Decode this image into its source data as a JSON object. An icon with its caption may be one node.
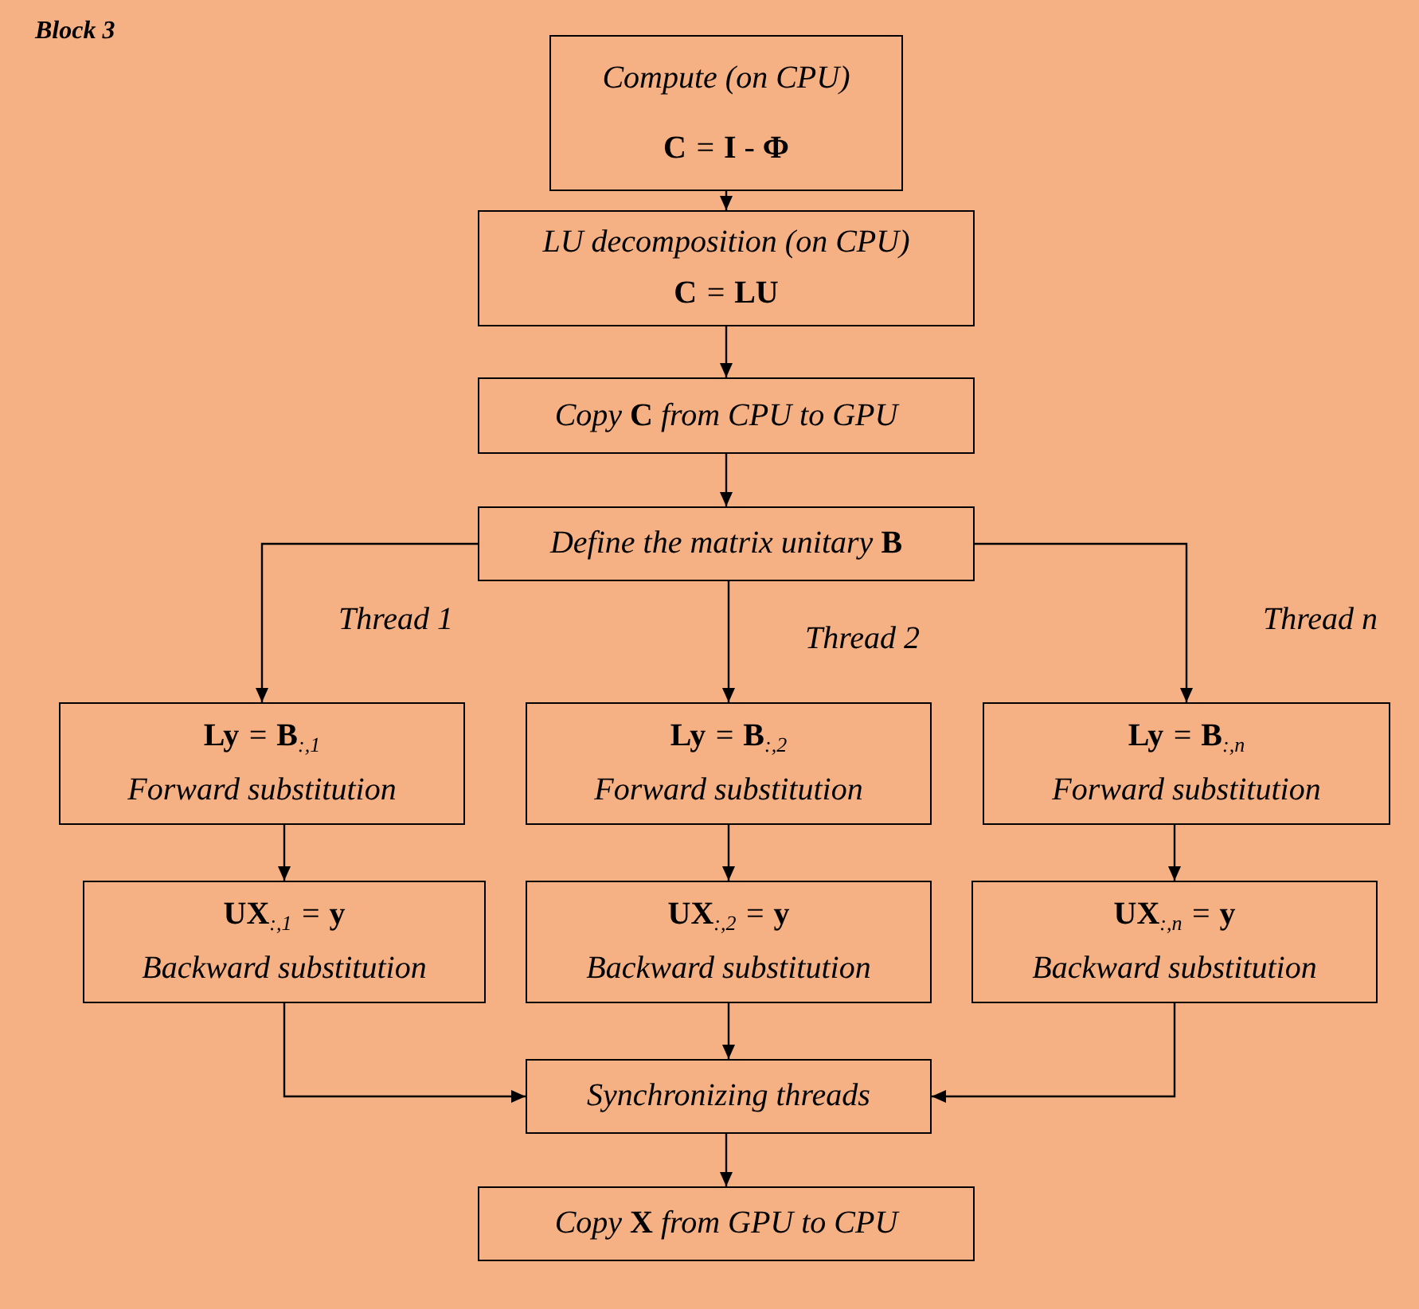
{
  "diagram": {
    "nodes": [
      {
        "text": [
          "Compute (on CPU)",
          "**C** = **I** - **Φ**"
        ]
      },
      {
        "text": [
          "LU decomposition (on CPU)",
          "**C** = **LU**"
        ]
      },
      {
        "text": [
          "Copy **C** from CPU to GPU"
        ]
      },
      {
        "text": [
          "Define the matrix unitary **B**"
        ]
      },
      {
        "text": [
          "**Ly** = **B**$_{:,1}$",
          "Forward substitution"
        ]
      },
      {
        "text": [
          "**Ly** = **B**$_{:,2}$",
          "Forward substitution"
        ]
      },
      {
        "text": [
          "**Ly** = **B**$_{:,n}$",
          "Forward substitution"
        ]
      },
      {
        "text": [
          "**UX**$_{:,1}$ = **y**",
          "Backward substitution"
        ]
      },
      {
        "text": [
          "**UX**$_{:,2}$ = **y**",
          "Backward substitution"
        ]
      },
      {
        "text": [
          "**UX**$_{:,n}$ = **y**",
          "Backward substitution"
        ]
      },
      {
        "text": [
          "Synchronizing threads"
        ]
      },
      {
        "text": [
          "Copy **X** from GPU to CPU"
        ]
      }
    ],
    "edges": [
      {
        "from": 0,
        "to": 1,
        "arrow": "to"
      },
      {
        "from": 1,
        "to": 2,
        "arrow": "to"
      },
      {
        "from": 2,
        "to": 3,
        "arrow": "to"
      },
      {
        "from": 3,
        "to": 4,
        "arrow": "to",
        "label": "Thread 1"
      },
      {
        "from": 3,
        "to": 5,
        "arrow": "to",
        "label": "Thread 2"
      },
      {
        "from": 3,
        "to": 6,
        "arrow": "to",
        "label": "Thread n"
      },
      {
        "from": 4,
        "to": 7,
        "arrow": "to"
      },
      {
        "from": 5,
        "to": 8,
        "arrow": "to"
      },
      {
        "from": 6,
        "to": 9,
        "arrow": "to"
      },
      {
        "from": 7,
        "to": 10,
        "arrow": "to"
      },
      {
        "from": 8,
        "to": 10,
        "arrow": "to"
      },
      {
        "from": 9,
        "to": 10,
        "arrow": "to"
      },
      {
        "from": 10,
        "to": 11,
        "arrow": "to"
      }
    ],
    "labels": [
      "Block 3"
    ]
  }
}
